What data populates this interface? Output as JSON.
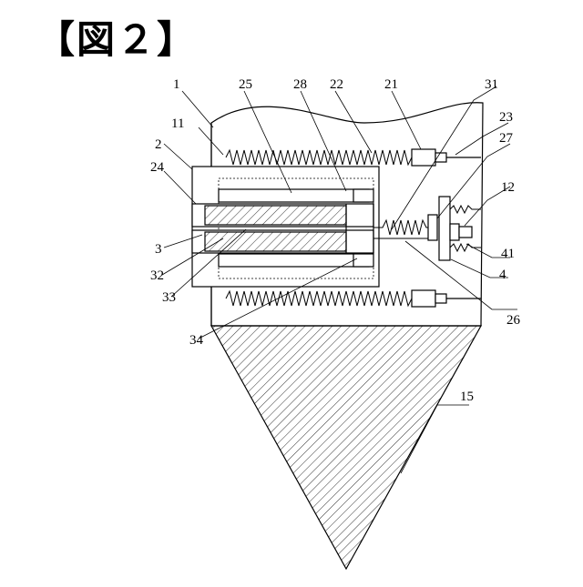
{
  "figure": {
    "title": "【図２】"
  },
  "labels": [
    {
      "id": "1",
      "text": "1"
    },
    {
      "id": "25",
      "text": "25"
    },
    {
      "id": "28",
      "text": "28"
    },
    {
      "id": "22",
      "text": "22"
    },
    {
      "id": "21",
      "text": "21"
    },
    {
      "id": "31",
      "text": "31"
    },
    {
      "id": "23",
      "text": "23"
    },
    {
      "id": "11",
      "text": "11"
    },
    {
      "id": "27",
      "text": "27"
    },
    {
      "id": "2",
      "text": "2"
    },
    {
      "id": "24",
      "text": "24"
    },
    {
      "id": "12",
      "text": "12"
    },
    {
      "id": "3",
      "text": "3"
    },
    {
      "id": "41",
      "text": "41"
    },
    {
      "id": "4",
      "text": "4"
    },
    {
      "id": "32",
      "text": "32"
    },
    {
      "id": "33",
      "text": "33"
    },
    {
      "id": "26",
      "text": "26"
    },
    {
      "id": "34",
      "text": "34"
    },
    {
      "id": "15",
      "text": "15"
    }
  ]
}
